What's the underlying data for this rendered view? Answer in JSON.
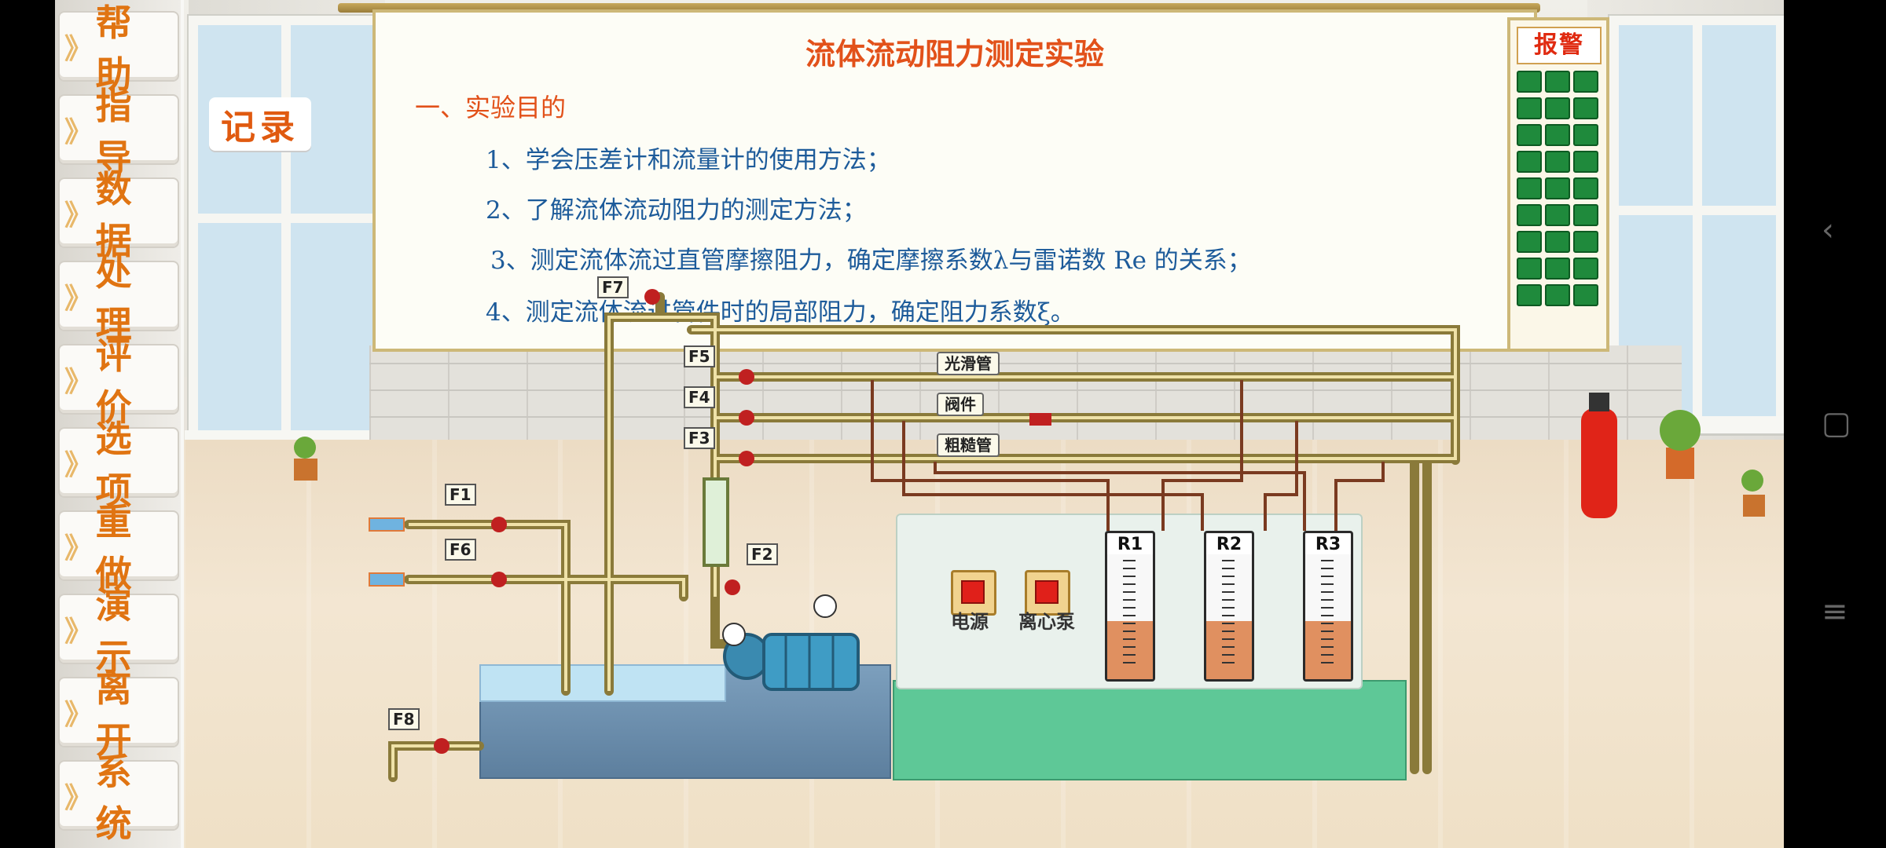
{
  "sidebar": {
    "items": [
      {
        "label": "帮助"
      },
      {
        "label": "指导"
      },
      {
        "label": "数据"
      },
      {
        "label": "处理"
      },
      {
        "label": "评价"
      },
      {
        "label": "选项"
      },
      {
        "label": "重做"
      },
      {
        "label": "演示"
      },
      {
        "label": "离开"
      },
      {
        "label": "系统"
      }
    ],
    "chevron": "》"
  },
  "record_button": "记录",
  "board": {
    "title": "流体流动阻力测定实验",
    "section": "一、实验目的",
    "lines": [
      "1、学会压差计和流量计的使用方法；",
      "2、了解流体流动阻力的测定方法；",
      "3、测定流体流过直管摩擦阻力，确定摩擦系数λ与雷诺数 Re 的关系；",
      "4、测定流体流过管件时的局部阻力，确定阻力系数ξ。"
    ]
  },
  "alarm": {
    "title": "报警",
    "cells": 27,
    "color": "#1f8a3c"
  },
  "valves": [
    "F1",
    "F2",
    "F3",
    "F4",
    "F5",
    "F6",
    "F7",
    "F8"
  ],
  "pipes": {
    "smooth": "光滑管",
    "valve": "阀件",
    "rough": "粗糙管"
  },
  "controls": {
    "power": "电源",
    "pump": "离心泵"
  },
  "manometers": [
    {
      "label": "R1",
      "level": 0.4
    },
    {
      "label": "R2",
      "level": 0.4
    },
    {
      "label": "R3",
      "level": 0.4
    }
  ],
  "system_nav": {
    "back": "‹",
    "home": "▢",
    "menu": "≡"
  },
  "colors": {
    "accent": "#e07412",
    "title": "#e2511a",
    "text": "#1d5b9a",
    "pipe": "#c9b56a"
  }
}
